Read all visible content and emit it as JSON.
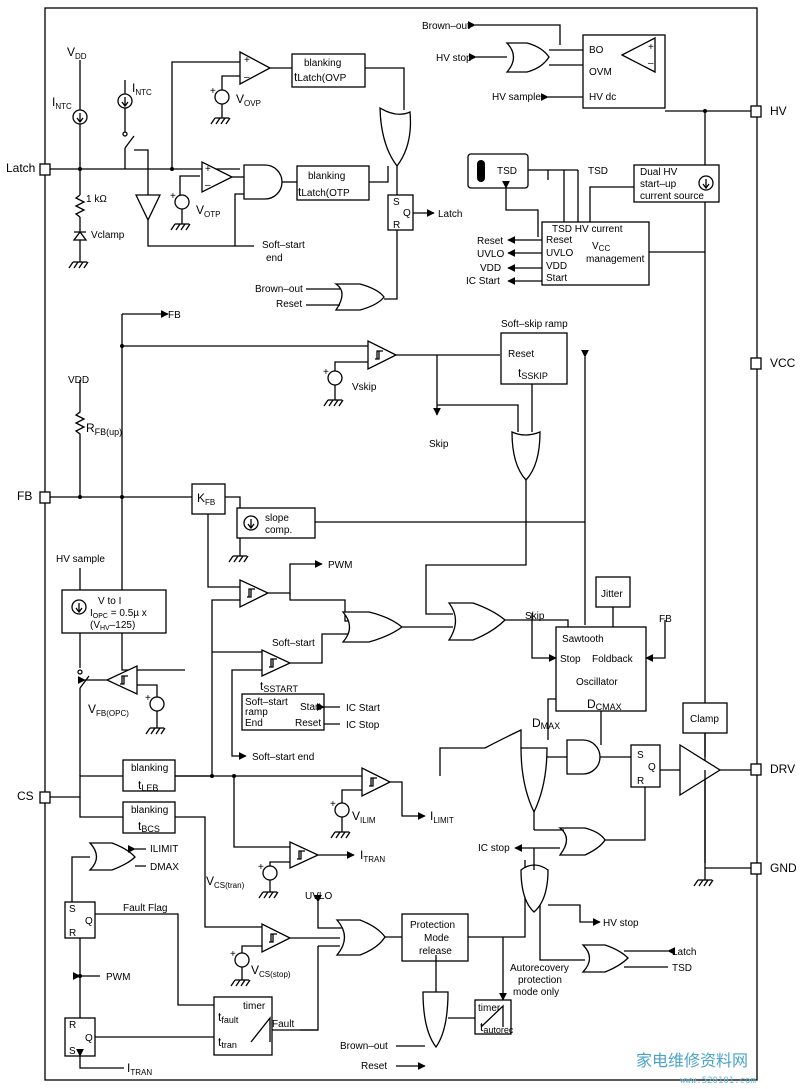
{
  "pins": {
    "latch": "Latch",
    "fb": "FB",
    "cs": "CS",
    "hv": "HV",
    "vcc": "VCC",
    "drv": "DRV",
    "gnd": "GND"
  },
  "supply": {
    "vdd": "V",
    "vdd_sub": "DD",
    "vdd2": "VDD",
    "intc": "I",
    "intc_sub": "NTC",
    "intc2": "I",
    "intc2_sub": "NTC",
    "r1k": "1 kΩ",
    "vclamp": "Vclamp"
  },
  "ovp": {
    "blank1": "blanking",
    "blank2": "t",
    "blank2_sub": "Latch(OVP",
    "vovp": "V",
    "vovp_sub": "OVP"
  },
  "otp": {
    "blank1": "blanking",
    "blank2": "t",
    "blank2_sub": "Latch(OTP",
    "votp": "V",
    "votp_sub": "OTP"
  },
  "latch_ff": {
    "s": "S",
    "q": "Q",
    "r": "R",
    "out": "Latch"
  },
  "softstart_end": {
    "l1": "Soft–start",
    "l2": "end"
  },
  "bo_reset": {
    "brownout": "Brown–out",
    "reset": "Reset"
  },
  "hv_block": {
    "brownout": "Brown–out",
    "hvstop": "HV stop",
    "hvsample": "HV sample",
    "bo": "BO",
    "ovm": "OVM",
    "hvdc": "HV dc"
  },
  "tsd": {
    "tsd_box": "TSD",
    "tsd_out": "TSD",
    "dual1": "Dual HV",
    "dual2": "start–up",
    "dual3": "current source",
    "mgmt_title": "TSD HV current",
    "reset": "Reset",
    "uvlo": "UVLO",
    "vdd": "VDD",
    "start": "Start",
    "vcc": "V",
    "vcc_sub": "CC",
    "mgmt": "management",
    "o_reset": "Reset",
    "o_uvlo": "UVLO",
    "o_vdd": "VDD",
    "o_ic": "IC Start"
  },
  "fb_sect": {
    "fb_top": "FB",
    "rfb": "R",
    "rfb_sub": "FB(up)",
    "kfb": "K",
    "kfb_sub": "FB",
    "slope1": "slope",
    "slope2": "comp.",
    "vskip": "Vskip",
    "skip": "Skip",
    "ssr_title": "Soft–skip ramp",
    "ssr_reset": "Reset",
    "tsskip": "t",
    "tsskip_sub": "SSKIP",
    "pwm": "PWM"
  },
  "opc": {
    "hvsample": "HV sample",
    "l1": "V to I",
    "l2": "I",
    "l2_sub": "OPC",
    "l2b": " = 0.5µ x",
    "l3": "(V",
    "l3_sub": "HV",
    "l3b": "–125)",
    "vfb": "V",
    "vfb_sub": "FB(OPC)"
  },
  "ss": {
    "label": "Soft–start",
    "tss": "t",
    "tss_sub": "SSTART",
    "ramp1": "Soft–start",
    "ramp2": "ramp",
    "end": "End",
    "start": "Start",
    "reset": "Reset",
    "icstart": "IC Start",
    "icstop": "IC Stop",
    "ssend": "Soft–start end"
  },
  "osc": {
    "skip": "Skip",
    "jitter": "Jitter",
    "fb": "FB",
    "saw": "Sawtooth",
    "stop": "Stop",
    "foldback": "Foldback",
    "osc": "Oscillator",
    "dcmax": "D",
    "dcmax_sub": "CMAX",
    "dmax": "D",
    "dmax_sub": "MAX",
    "clamp": "Clamp",
    "s": "S",
    "q": "Q",
    "r": "R"
  },
  "cs_sect": {
    "leb1": "blanking",
    "leb2": "t",
    "leb2_sub": "LEB",
    "bcs1": "blanking",
    "bcs2": "t",
    "bcs2_sub": "BCS",
    "vilim": "V",
    "vilim_sub": "ILIM",
    "ilimit": "I",
    "ilimit_sub": "LIMIT",
    "vcstran": "V",
    "vcstran_sub": "CS(tran)",
    "itran": "I",
    "itran_sub": "TRAN",
    "vcsstop": "V",
    "vcsstop_sub": "CS(stop)",
    "icstop": "IC stop",
    "uvlo": "UVLO"
  },
  "fault": {
    "ilimit": "ILIMIT",
    "dmax": "DMAX",
    "s": "S",
    "q": "Q",
    "r": "R",
    "flag": "Fault Flag",
    "pwm": "PWM",
    "r2": "R",
    "q2": "Q",
    "s2": "S",
    "itran": "I",
    "itran_sub": "TRAN",
    "timer": "timer",
    "tfault": "t",
    "tfault_sub": "fault",
    "ttran": "t",
    "ttran_sub": "tran",
    "fault": "Fault"
  },
  "prot": {
    "l1": "Protection",
    "l2": "Mode",
    "l3": "release",
    "hvstop": "HV stop",
    "latch": "Latch",
    "tsd": "TSD",
    "auto1": "Autorecovery",
    "auto2": "protection",
    "auto3": "mode only",
    "timer": "timer",
    "tauto": "t",
    "tauto_sub": "autorec",
    "brownout": "Brown–out",
    "reset": "Reset"
  },
  "watermark": {
    "cn": "家电维修资料网",
    "url": "www.520101.com"
  }
}
